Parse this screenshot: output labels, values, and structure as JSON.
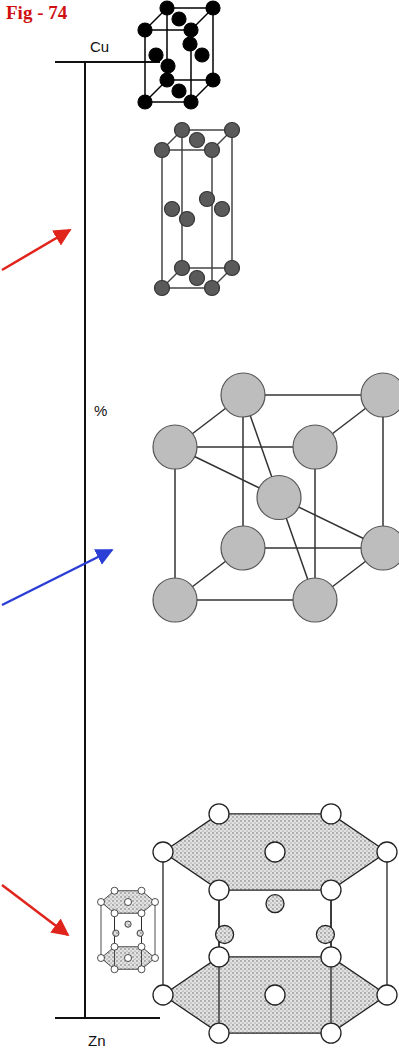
{
  "diagram": {
    "title": "Fig - 74",
    "labels": [
      "Cu",
      "%",
      "Zn"
    ]
  }
}
